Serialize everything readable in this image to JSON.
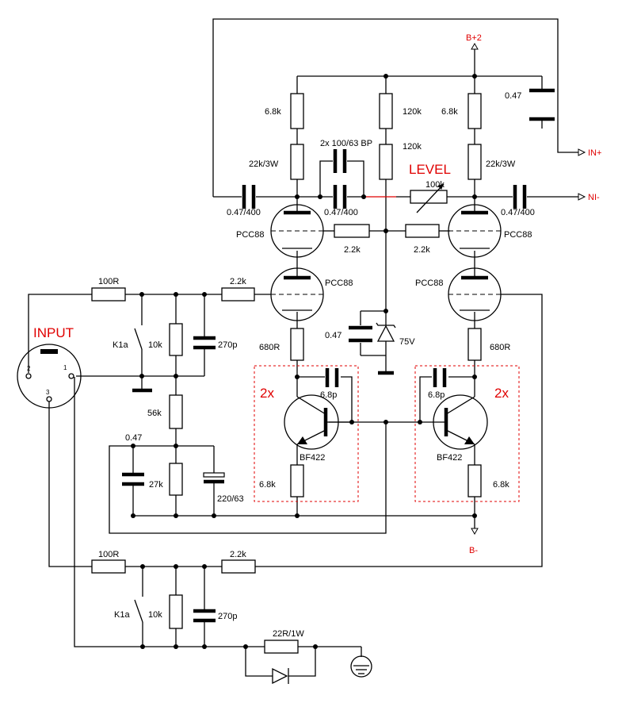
{
  "labels": {
    "bplus": "B+2",
    "bminus": "B-",
    "inplus": "IN+",
    "ni": "NI-",
    "level": "LEVEL",
    "input": "INPUT",
    "r68k_left": "6.8k",
    "r22k_left": "22k/3W",
    "r120k_top": "120k",
    "r120k_bot": "120k",
    "r68k_right": "6.8k",
    "r22k_right": "22k/3W",
    "c047_top": "0.47",
    "cap_bp": "2x 100/63 BP",
    "pot": "100k",
    "c_left_out": "0.47/400",
    "c_mid": "0.47/400",
    "c_right_out": "0.47/400",
    "tube_ul": "PCC88",
    "tube_ur": "PCC88",
    "tube_ll": "PCC88",
    "tube_lr": "PCC88",
    "r22_l": "2.2k",
    "r22_r": "2.2k",
    "r100_top": "100R",
    "r22_in_top": "2.2k",
    "k1a_top": "K1a",
    "r10k_top": "10k",
    "c270_top": "270p",
    "c047_zener": "0.47",
    "zener": "75V",
    "r680_l": "680R",
    "r680_r": "680R",
    "twox_l": "2x",
    "twox_r": "2x",
    "c68p_l": "6.8p",
    "c68p_r": "6.8p",
    "r56k": "56k",
    "c047_bot": "0.47",
    "r27k": "27k",
    "c220": "220/63",
    "bf_l": "BF422",
    "bf_r": "BF422",
    "r68k_el": "6.8k",
    "r68k_er": "6.8k",
    "r100_bot": "100R",
    "r22_in_bot": "2.2k",
    "k1a_bot": "K1a",
    "r10k_bot": "10k",
    "c270_bot": "270p",
    "r22r1w": "22R/1W",
    "pin1": "1",
    "pin2": "2",
    "pin3": "3"
  },
  "colors": {
    "wire": "#000000",
    "accent": "#e00000"
  }
}
